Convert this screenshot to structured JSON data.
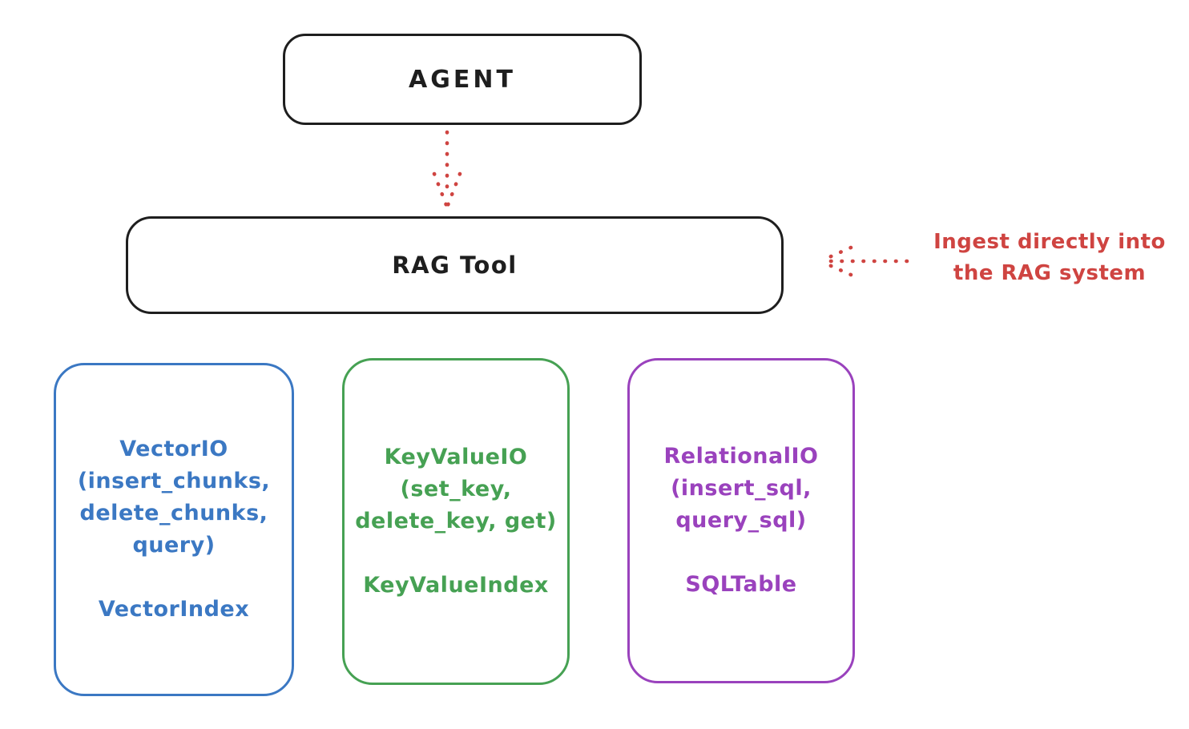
{
  "diagram": {
    "agent": {
      "label": "AGENT"
    },
    "rag_tool": {
      "label": "RAG Tool"
    },
    "annotation": {
      "line1": "Ingest directly into",
      "line2": "the RAG system"
    },
    "backends": [
      {
        "name": "VectorIO",
        "lines": [
          "VectorIO",
          "(insert_chunks,",
          "delete_chunks,",
          "query)"
        ],
        "index_label": "VectorIndex",
        "color": "#3b78c3"
      },
      {
        "name": "KeyValueIO",
        "lines": [
          "KeyValueIO",
          "(set_key,",
          "delete_key, get)"
        ],
        "index_label": "KeyValueIndex",
        "color": "#46a153"
      },
      {
        "name": "RelationalIO",
        "lines": [
          "RelationalIO",
          "(insert_sql,",
          "query_sql)"
        ],
        "index_label": "SQLTable",
        "color": "#9a42bd"
      }
    ],
    "colors": {
      "stroke": "#1e1e1e",
      "red": "#cf4441",
      "blue": "#3b78c3",
      "green": "#46a153",
      "purple": "#9a42bd",
      "background": "#ffffff"
    }
  }
}
